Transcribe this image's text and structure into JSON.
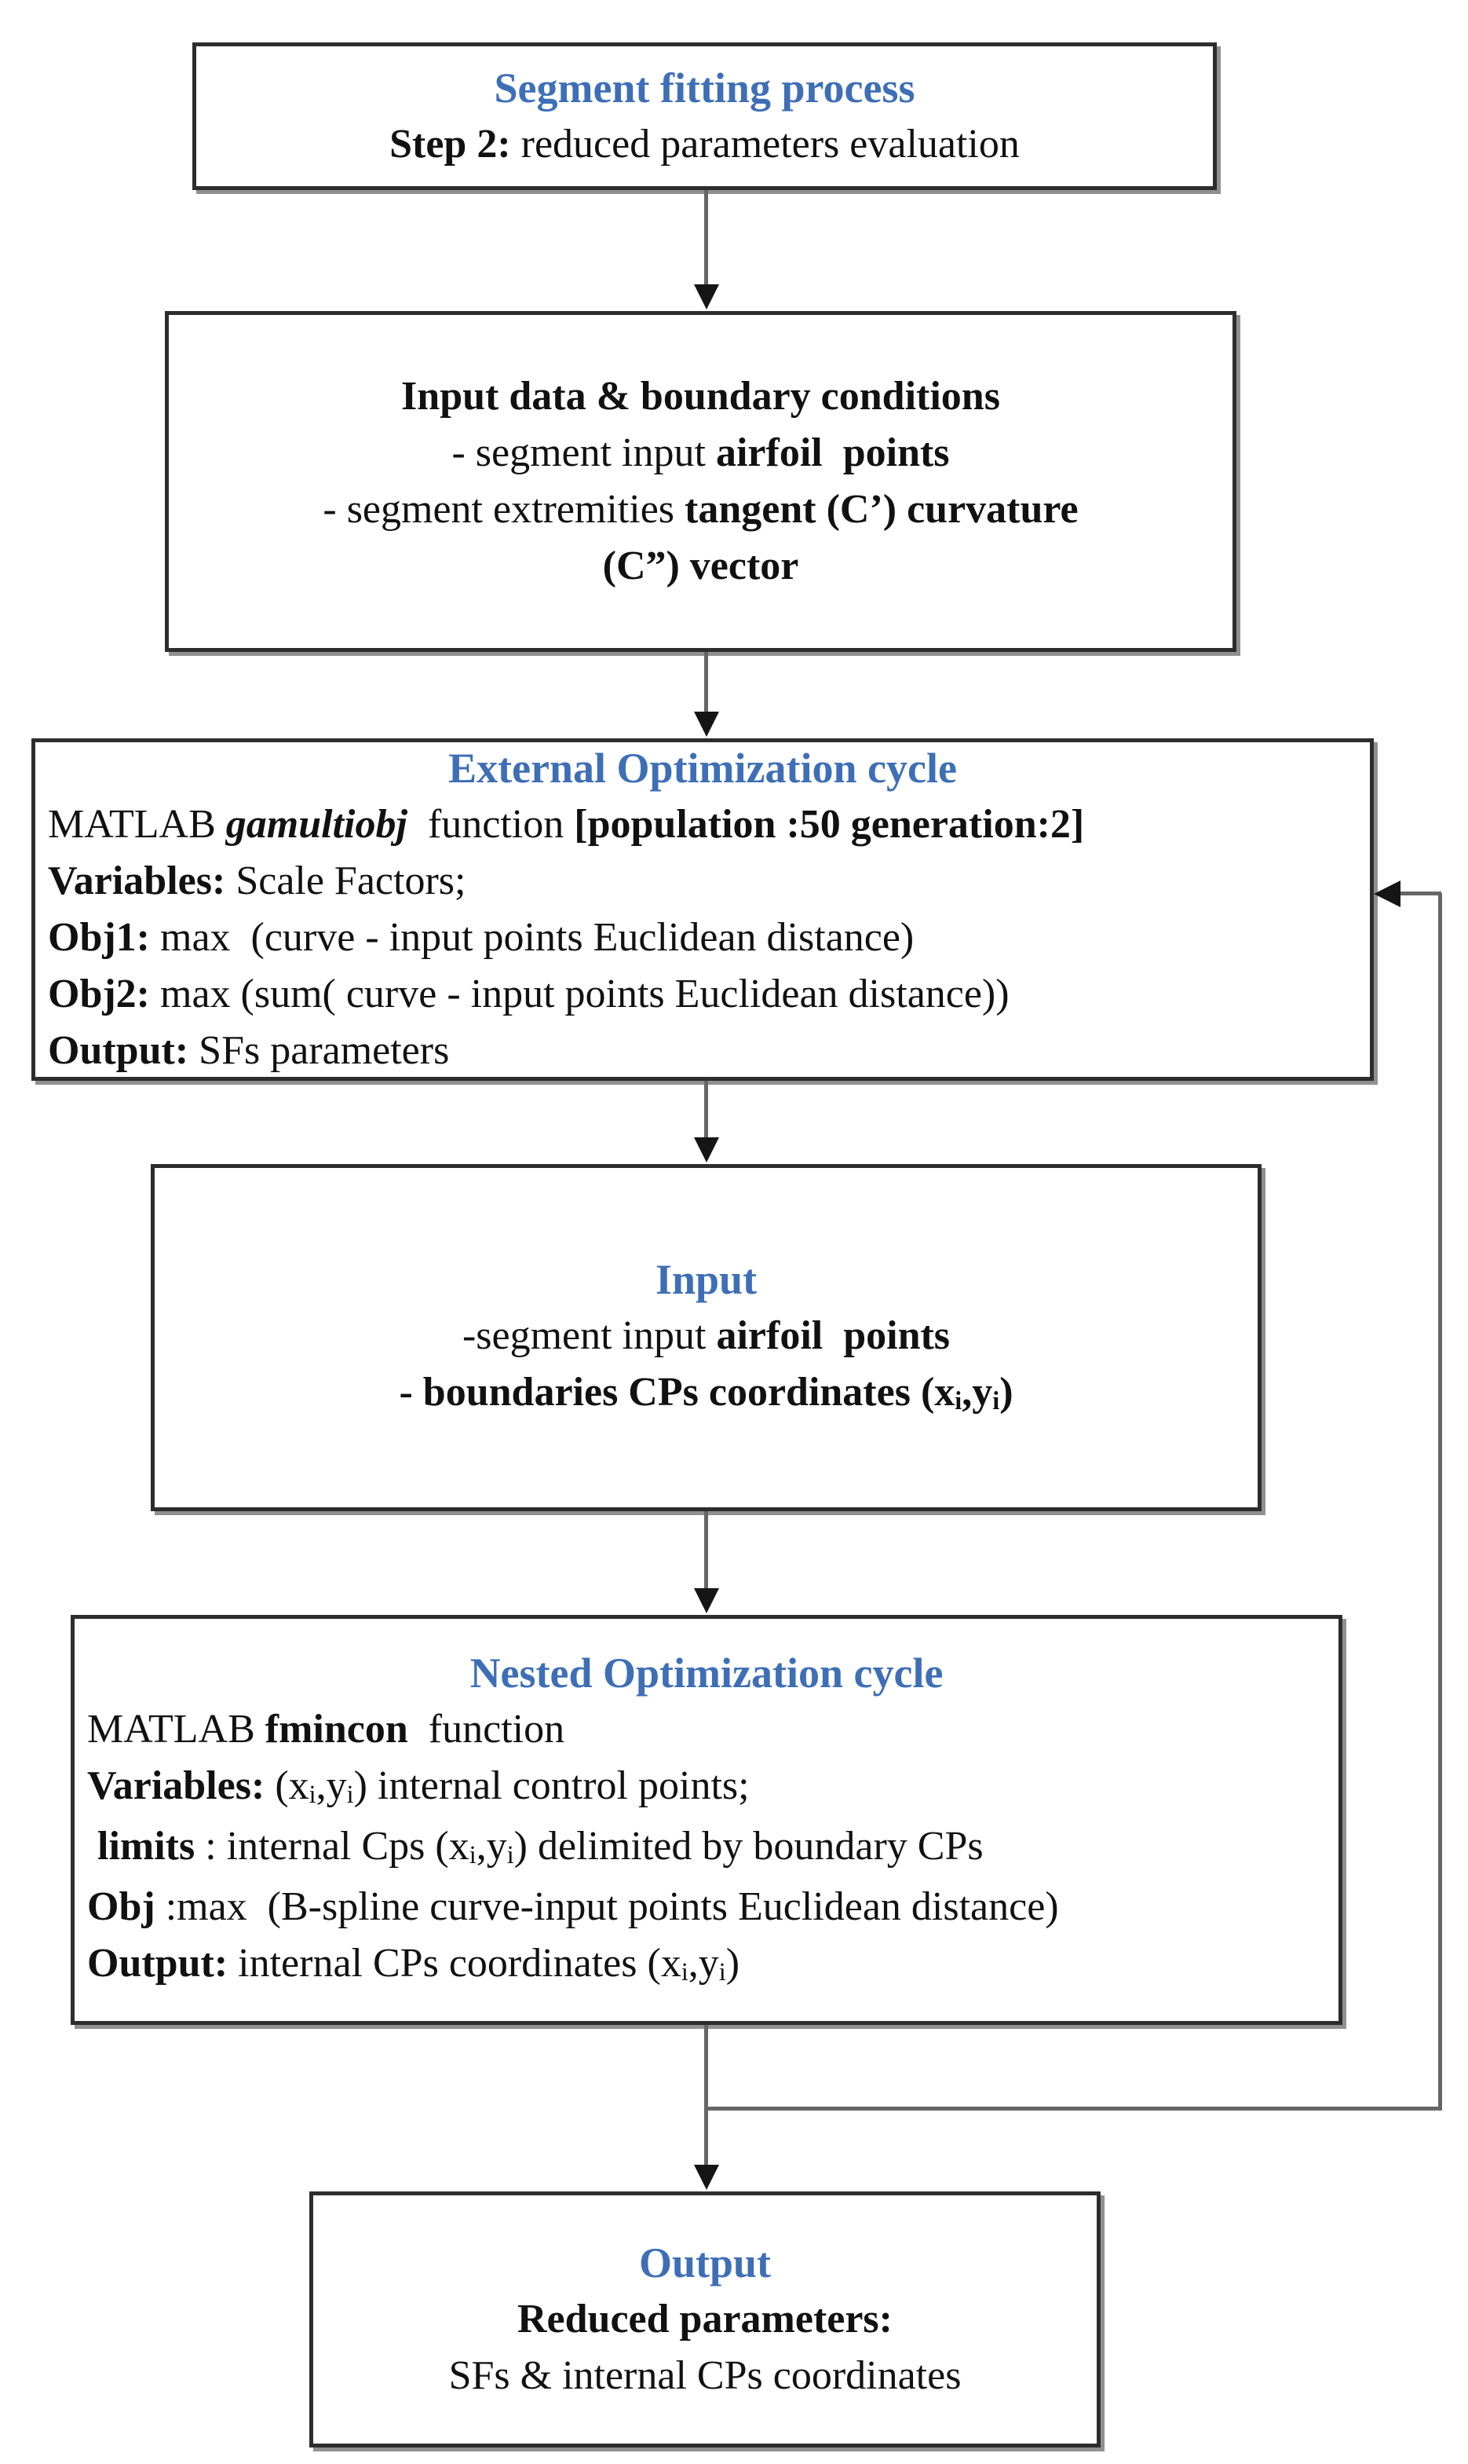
{
  "colors": {
    "heading_blue": "#3e6fb6",
    "text": "#111111",
    "connector_gray": "#666666",
    "arrowhead_black": "#151515",
    "box_border": "#2d2d2d",
    "box_shadow": "#909090",
    "background": "#ffffff"
  },
  "boxes": {
    "step": {
      "title": "Segment fitting process",
      "lines": [
        [
          {
            "t": "Step 2:",
            "b": true
          },
          {
            "t": " reduced parameters evaluation"
          }
        ]
      ]
    },
    "input_data": {
      "lines": [
        [
          {
            "t": "Input data & boundary conditions",
            "b": true
          }
        ],
        [
          {
            "t": "- segment input "
          },
          {
            "t": "airfoil  points",
            "b": true
          }
        ],
        [
          {
            "t": "- segment extremities "
          },
          {
            "t": "tangent (C’) curvature",
            "b": true
          }
        ],
        [
          {
            "t": "(C”) vector",
            "b": true
          }
        ]
      ]
    },
    "external_cycle": {
      "title": "External Optimization cycle",
      "lines": [
        [
          {
            "t": "MATLAB "
          },
          {
            "t": "gamultiobj",
            "b": true,
            "i": true
          },
          {
            "t": "  function "
          },
          {
            "t": "[population :50 generation:2]",
            "b": true
          }
        ],
        [
          {
            "t": "Variables:",
            "b": true
          },
          {
            "t": " Scale Factors;"
          }
        ],
        [
          {
            "t": "Obj1:",
            "b": true
          },
          {
            "t": " max  (curve - input points Euclidean distance)"
          }
        ],
        [
          {
            "t": "Obj2:",
            "b": true
          },
          {
            "t": " max (sum( curve - input points Euclidean distance))"
          }
        ],
        [
          {
            "t": "Output:",
            "b": true
          },
          {
            "t": " SFs parameters"
          }
        ]
      ]
    },
    "inner_input": {
      "title": "Input",
      "lines": [
        [
          {
            "t": "-segment input "
          },
          {
            "t": "airfoil  points",
            "b": true
          }
        ],
        [
          {
            "t": "- boundaries CPs coordinates (x",
            "b": true
          },
          {
            "t": "i",
            "b": true,
            "sub": true
          },
          {
            "t": ",y",
            "b": true
          },
          {
            "t": "i",
            "b": true,
            "sub": true
          },
          {
            "t": ")",
            "b": true
          }
        ]
      ]
    },
    "nested_cycle": {
      "title": "Nested Optimization cycle",
      "lines": [
        [
          {
            "t": "MATLAB "
          },
          {
            "t": "fmincon",
            "b": true
          },
          {
            "t": "  function"
          }
        ],
        [
          {
            "t": "Variables:",
            "b": true
          },
          {
            "t": " (x"
          },
          {
            "t": "i",
            "sub": true
          },
          {
            "t": ",y"
          },
          {
            "t": "i",
            "sub": true
          },
          {
            "t": ") internal control points;"
          }
        ],
        [
          {
            "t": " "
          },
          {
            "t": "limits",
            "b": true
          },
          {
            "t": " : internal Cps (x"
          },
          {
            "t": "i",
            "sub": true
          },
          {
            "t": ",y"
          },
          {
            "t": "i",
            "sub": true
          },
          {
            "t": ") delimited by boundary CPs"
          }
        ],
        [
          {
            "t": "Obj",
            "b": true
          },
          {
            "t": " :max  (B-spline curve-input points Euclidean distance)"
          }
        ],
        [
          {
            "t": "Output:",
            "b": true
          },
          {
            "t": " internal CPs coordinates (x"
          },
          {
            "t": "i",
            "sub": true
          },
          {
            "t": ",y"
          },
          {
            "t": "i",
            "sub": true
          },
          {
            "t": ")"
          }
        ]
      ]
    },
    "output": {
      "title": "Output",
      "lines": [
        [
          {
            "t": "Reduced parameters:",
            "b": true
          }
        ],
        [
          {
            "t": "SFs & internal CPs coordinates"
          }
        ]
      ]
    }
  }
}
